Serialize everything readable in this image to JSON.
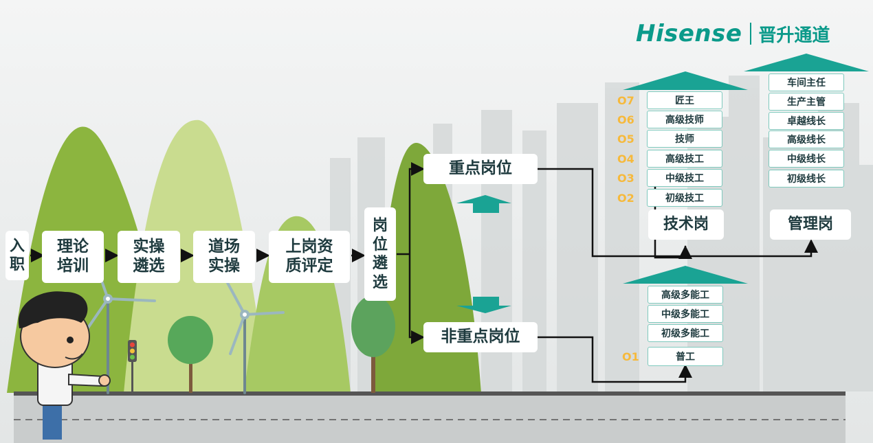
{
  "brand": {
    "logo": "Hisense",
    "tagline": "晋升通道"
  },
  "flow": [
    {
      "id": "entry",
      "label": "入\n职"
    },
    {
      "id": "theory",
      "label": "理论\n培训"
    },
    {
      "id": "practice-select",
      "label": "实操\n遴选"
    },
    {
      "id": "dojo",
      "label": "道场\n实操"
    },
    {
      "id": "qualify",
      "label": "上岗资\n质评定"
    },
    {
      "id": "post-select",
      "label": "岗\n位\n遴\n选"
    }
  ],
  "branches": {
    "key": "重点岗位",
    "nonkey": "非重点岗位"
  },
  "tech_track": {
    "category": "技术岗",
    "levels": [
      {
        "num": "O7",
        "label": "匠王"
      },
      {
        "num": "O6",
        "label": "高级技师"
      },
      {
        "num": "O5",
        "label": "技师"
      },
      {
        "num": "O4",
        "label": "高级技工"
      },
      {
        "num": "O3",
        "label": "中级技工"
      },
      {
        "num": "O2",
        "label": "初级技工"
      }
    ]
  },
  "mgmt_track": {
    "category": "管理岗",
    "levels": [
      "车间主任",
      "生产主管",
      "卓越线长",
      "高级线长",
      "中级线长",
      "初级线长"
    ]
  },
  "multi_track": {
    "levels": [
      "高级多能工",
      "中级多能工",
      "初级多能工"
    ],
    "base": {
      "num": "O1",
      "label": "普工"
    }
  },
  "colors": {
    "brand": "#0b9a8a",
    "hill": "#8cb53f",
    "num": "#f6b93b",
    "arrow": "#1aa394"
  }
}
